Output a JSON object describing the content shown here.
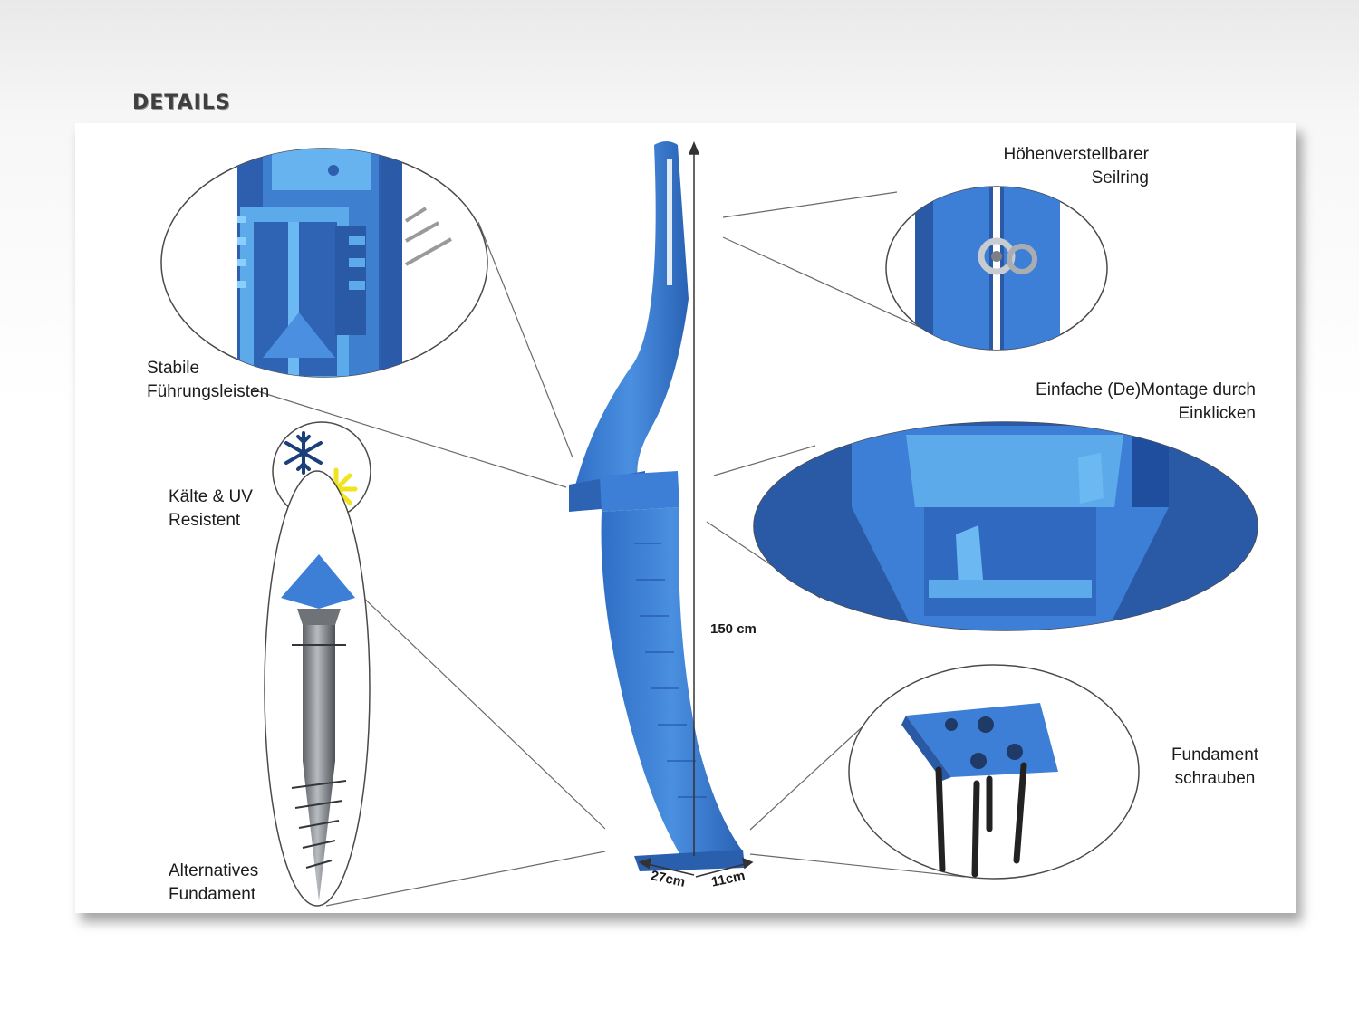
{
  "header": {
    "title": "DETAILS"
  },
  "features": {
    "guide_rails": "Stabile\nFührungsleisten",
    "weather": "Kälte & UV\nResistent",
    "alt_foundation": "Alternatives\nFundament",
    "rope_ring": "Höhenverstellbarer\nSeilring",
    "assembly": "Einfache (De)Montage durch\nEinklicken",
    "foundation_screws": "Fundament\nschrauben"
  },
  "dimensions": {
    "height": "150 cm",
    "length": "27cm",
    "width": "11cm"
  },
  "colors": {
    "product_blue": "#3d7fd6",
    "dark_blue": "#1f4e9e",
    "light_blue": "#5fb0ee",
    "snow_blue": "#1b3f7a",
    "sun_yellow": "#f0e41e"
  },
  "icons": [
    "snowflake-icon",
    "sun-icon"
  ]
}
